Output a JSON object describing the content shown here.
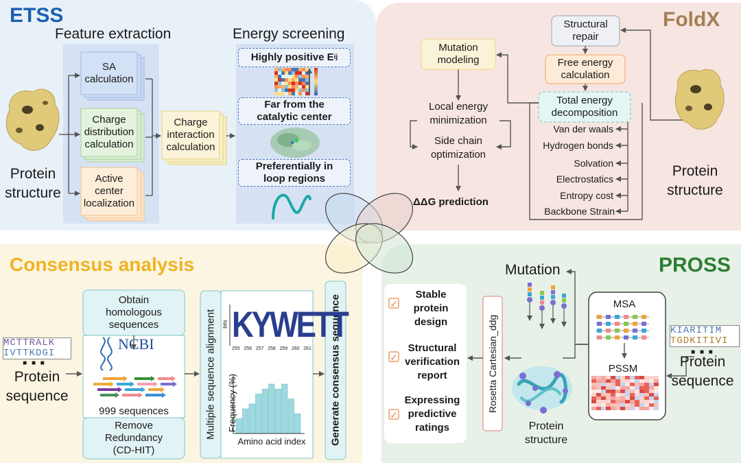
{
  "etss": {
    "title": "ETSS",
    "feature_extraction": "Feature extraction",
    "energy_screening": "Energy screening",
    "protein_structure": "Protein\nstructure",
    "sa": "SA\ncalculation",
    "charge_dist": "Charge\ndistribution\ncalculation",
    "active_center": "Active\ncenter\nlocalization",
    "charge_interaction": "Charge\ninteraction\ncalculation",
    "highly_positive": "Highly positive E",
    "highly_positive_sub": "ij",
    "far_from": "Far from the\ncatalytic center",
    "preferentially": "Preferentially in\nloop regions"
  },
  "foldx": {
    "title": "FoldX",
    "structural_repair": "Structural\nrepair",
    "free_energy": "Free energy\ncalculation",
    "total_energy": "Total energy\ndecomposition",
    "mutation_modeling": "Mutation\nmodeling",
    "local_energy": "Local energy\nminimization",
    "side_chain": "Side chain\noptimization",
    "ddg": "ΔΔG prediction",
    "terms": [
      "Van der waals",
      "Hydrogen bonds",
      "Solvation",
      "Electrostatics",
      "Entropy cost",
      "Backbone Strain"
    ],
    "protein_structure": "Protein\nstructure"
  },
  "consensus": {
    "title": "Consensus analysis",
    "obtain": "Obtain\nhomologous\nsequences",
    "ncbi": "NCBI",
    "count": "999 sequences",
    "remove": "Remove\nRedundancy\n(CD-HIT)",
    "msa": "Multiple sequence alignment",
    "generate": "Generate consensus sequence",
    "protein_sequence": "Protein\nsequence",
    "seq_row1": "MCTTRALK",
    "seq_row2": "IVTTKDGI",
    "dots": "■ ■ ■",
    "logo_letters": "KYWETT",
    "logo_ticks": [
      "255",
      "256",
      "257",
      "258",
      "259",
      "260",
      "261"
    ],
    "logo_axis": "bits",
    "hist_ylabel": "Frequency (%)",
    "hist_xlabel": "Amino acid index",
    "hist_values": [
      3,
      5,
      6,
      8,
      9,
      10,
      9,
      10,
      7,
      4
    ]
  },
  "pross": {
    "title": "PROSS",
    "mutation": "Mutation",
    "msa": "MSA",
    "pssm": "PSSM",
    "rosetta": "Rosetta Cartesian_ddg",
    "protein_structure": "Protein\nstructure",
    "protein_sequence": "Protein\nsequence",
    "seq_row1": "KIARITIM",
    "seq_row2": "TGDKITIVI",
    "dots": "■ ■ ■",
    "outcomes": [
      "Stable\nprotein\ndesign",
      "Structural\nverification\nreport",
      "Expressing\npredictive\nratings"
    ]
  },
  "colors": {
    "etss_bg": "#eaf1f8",
    "foldx_bg": "#f8e6e2",
    "consensus_bg": "#fbf5e2",
    "pross_bg": "#e8f2ea",
    "etss_title": "#1a5fb4",
    "foldx_title": "#a57f55",
    "consensus_title": "#f0b323",
    "pross_title": "#2e7d32"
  }
}
